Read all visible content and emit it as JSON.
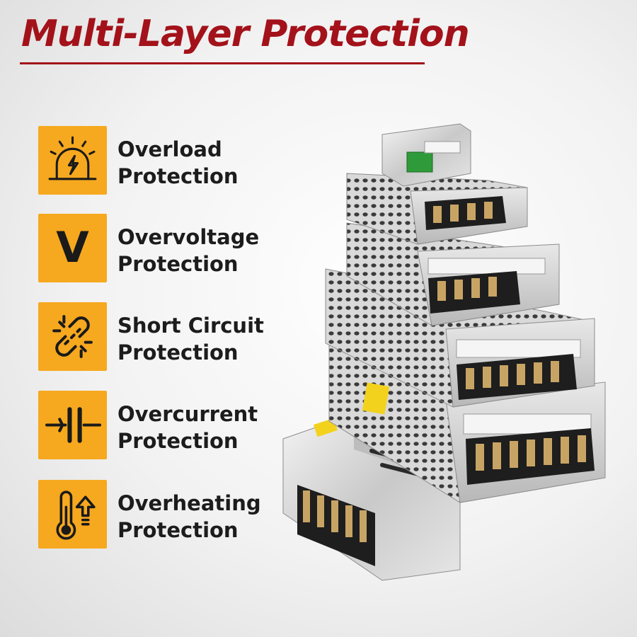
{
  "title": "Multi-Layer Protection",
  "colors": {
    "title": "#a3121a",
    "icon_bg": "#f6a81f",
    "text": "#1c1c1c"
  },
  "features": [
    {
      "line1": "Overload",
      "line2": "Protection",
      "icon": "overload-icon"
    },
    {
      "line1": "Overvoltage",
      "line2": "Protection",
      "icon": "voltage-v-icon",
      "icon_text": "V"
    },
    {
      "line1": "Short Circuit",
      "line2": "Protection",
      "icon": "broken-link-icon"
    },
    {
      "line1": "Overcurrent",
      "line2": "Protection",
      "icon": "capacitor-icon"
    },
    {
      "line1": "Overheating",
      "line2": "Protection",
      "icon": "thermometer-icon"
    }
  ]
}
